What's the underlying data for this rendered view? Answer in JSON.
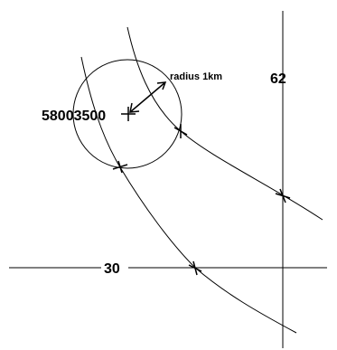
{
  "labels": {
    "point": "58003500",
    "radius": "radius 1km",
    "grid_vertical": "62",
    "grid_horizontal": "30"
  },
  "colors": {
    "line": "#000000",
    "background": "#ffffff"
  }
}
